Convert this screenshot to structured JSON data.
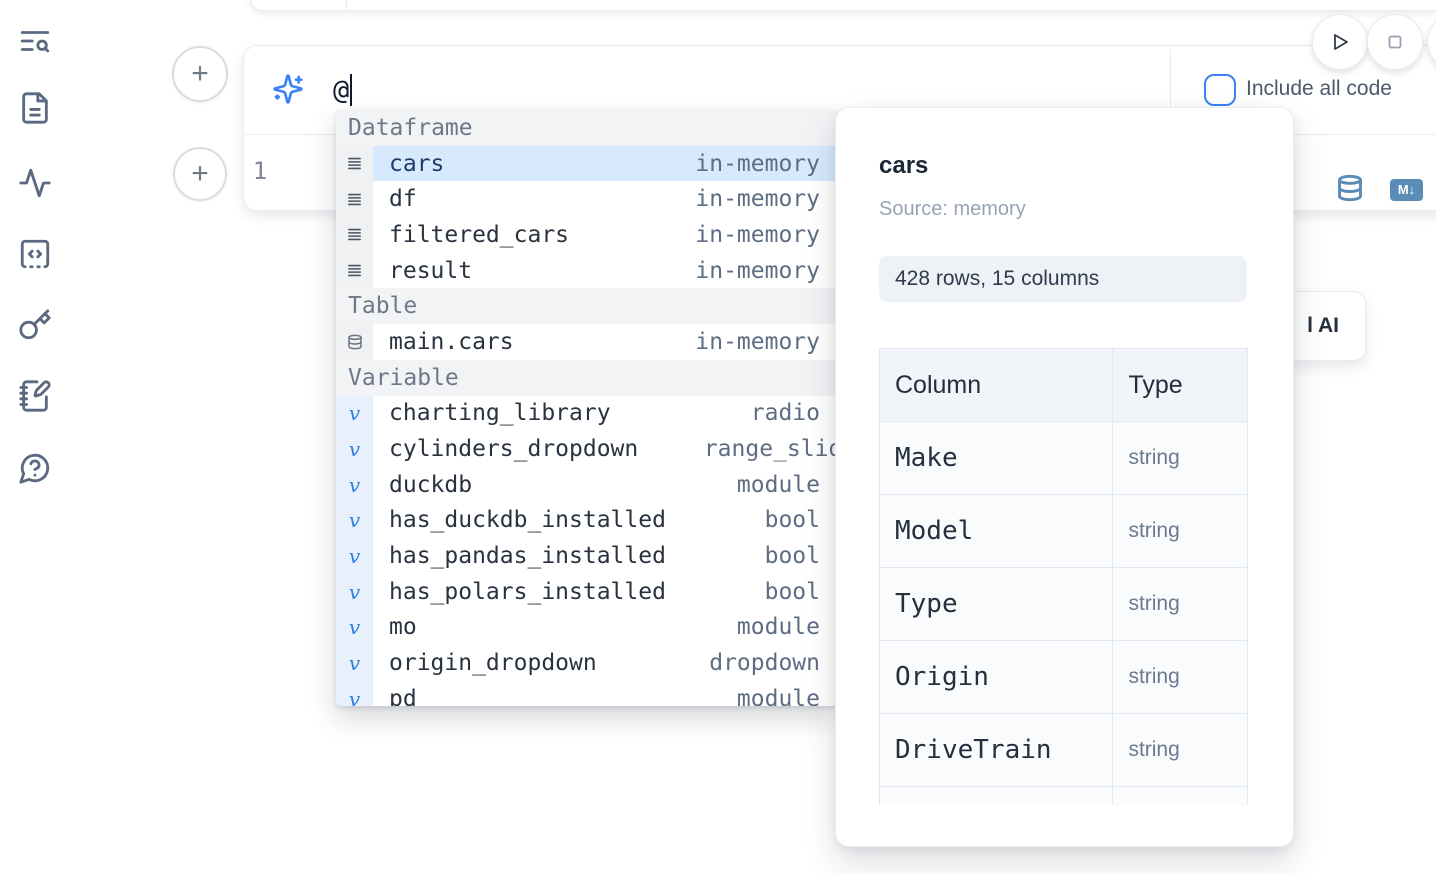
{
  "colors": {
    "accent_blue": "#3b82f6",
    "selected_row_bg": "#d7e9fc",
    "toolbar_icon_blue": "#5b8cb8",
    "sidebar_icon": "#5a6880"
  },
  "sidebar": {
    "icons": [
      "toc-search-icon",
      "file-icon",
      "activity-icon",
      "snippets-code-icon",
      "key-icon",
      "scratchpad-icon",
      "help-chat-icon"
    ]
  },
  "run_controls": {
    "buttons": [
      "play-icon",
      "stop-icon",
      "clipped-circle-button"
    ]
  },
  "ai_prompt": {
    "value": "@",
    "checkbox": {
      "label": "Include all code",
      "checked": false
    }
  },
  "editor_cell": {
    "line_number": "1",
    "markdown_badge": "M↓",
    "toolbar_icons": [
      "database-icon",
      "markdown-export-icon"
    ]
  },
  "autocomplete": {
    "rows": [
      {
        "kind": "header",
        "name": "Dataframe"
      },
      {
        "kind": "df",
        "name": "cars",
        "type": "in-memory",
        "selected": true
      },
      {
        "kind": "df",
        "name": "df",
        "type": "in-memory"
      },
      {
        "kind": "df",
        "name": "filtered_cars",
        "type": "in-memory"
      },
      {
        "kind": "df",
        "name": "result",
        "type": "in-memory"
      },
      {
        "kind": "header",
        "name": "Table"
      },
      {
        "kind": "table",
        "name": "main.cars",
        "type": "in-memory"
      },
      {
        "kind": "header",
        "name": "Variable"
      },
      {
        "kind": "var",
        "name": "charting_library",
        "type": "radio"
      },
      {
        "kind": "var",
        "name": "cylinders_dropdown",
        "type": "range_slider",
        "clip": true
      },
      {
        "kind": "var",
        "name": "duckdb",
        "type": "module"
      },
      {
        "kind": "var",
        "name": "has_duckdb_installed",
        "type": "bool"
      },
      {
        "kind": "var",
        "name": "has_pandas_installed",
        "type": "bool"
      },
      {
        "kind": "var",
        "name": "has_polars_installed",
        "type": "bool"
      },
      {
        "kind": "var",
        "name": "mo",
        "type": "module"
      },
      {
        "kind": "var",
        "name": "origin_dropdown",
        "type": "dropdown"
      },
      {
        "kind": "var",
        "name": "pd",
        "type": "module"
      }
    ]
  },
  "dataset_preview": {
    "title": "cars",
    "source_label": "Source: memory",
    "shape_badge": "428 rows, 15 columns",
    "table": {
      "col_header": "Column",
      "type_header": "Type",
      "rows": [
        {
          "column": "Make",
          "type": "string"
        },
        {
          "column": "Model",
          "type": "string"
        },
        {
          "column": "Type",
          "type": "string"
        },
        {
          "column": "Origin",
          "type": "string"
        },
        {
          "column": "DriveTrain",
          "type": "string"
        },
        {
          "column": "",
          "type": ""
        }
      ]
    }
  },
  "ai_button": {
    "visible_text": "l AI"
  }
}
